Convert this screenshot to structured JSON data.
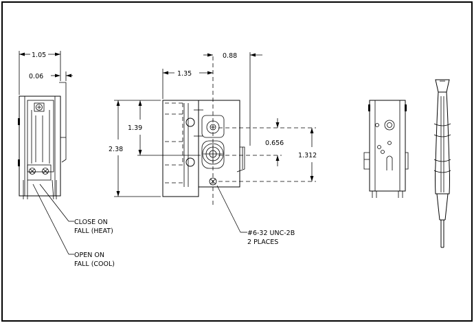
{
  "dimensions": {
    "d1": "1.05",
    "d2": "0.06",
    "d3": "1.35",
    "d4": "0.88",
    "d5": "1.39",
    "d6": "2.38",
    "d7": "0.656",
    "d8": "1.312"
  },
  "callouts": {
    "close_line1": "CLOSE ON",
    "close_line2": "FALL (HEAT)",
    "open_line1": "OPEN ON",
    "open_line2": "FALL (COOL)",
    "thread_line1": "#6-32 UNC-2B",
    "thread_line2": "2 PLACES"
  }
}
